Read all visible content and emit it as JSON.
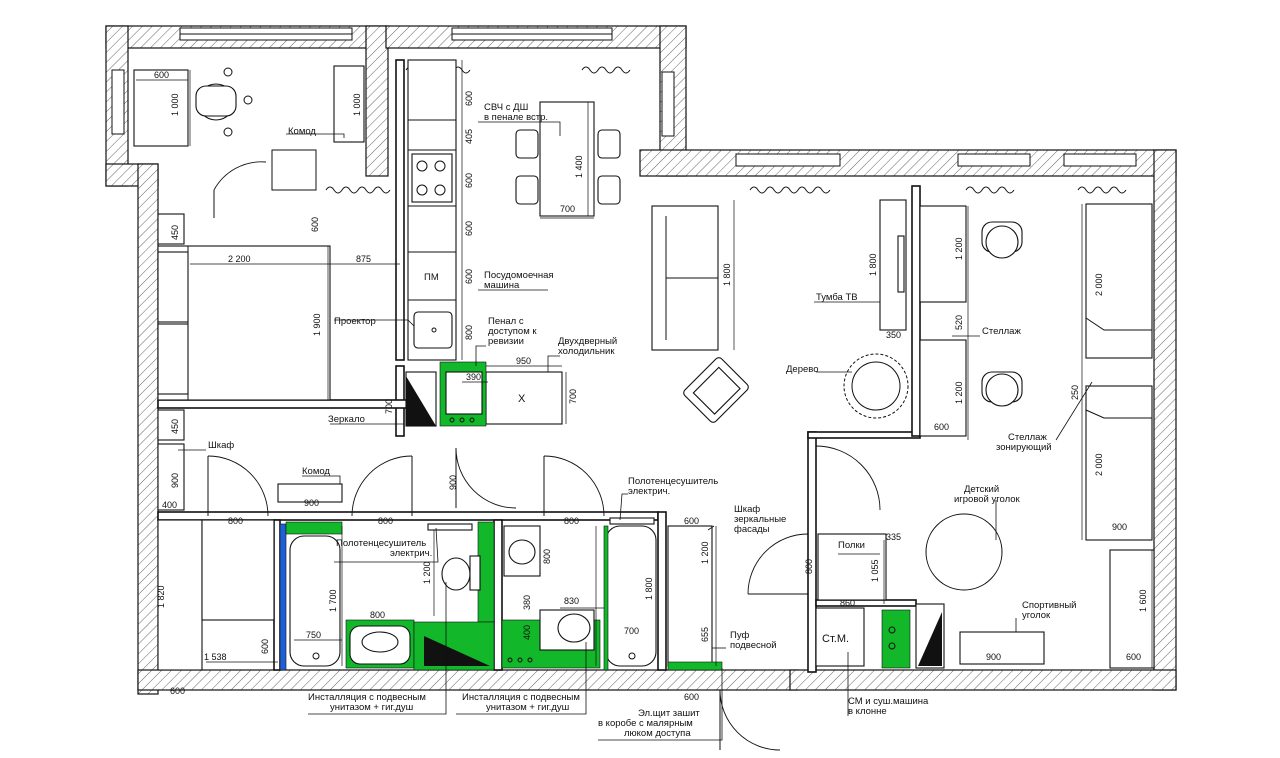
{
  "labels": {
    "komod_top": "Комод",
    "svch": "СВЧ с ДШ",
    "svch2": "в пенале встр.",
    "pm": "ПМ",
    "dishwasher": "Посудомоечная",
    "dishwasher2": "машина",
    "proektor": "Проектор",
    "penal": "Пенал с",
    "penal2": "доступом к",
    "penal3": "ревизии",
    "fridge": "Двухдверный",
    "fridge2": "холодильник",
    "x_mark": "X",
    "zerkalo": "Зеркало",
    "tv": "Тумба ТВ",
    "derevo": "Дерево",
    "stellazh": "Стеллаж",
    "stellazh_z": "Стеллаж",
    "stellazh_z2": "зонирующий",
    "shkaf": "Шкаф",
    "komod_mid": "Комод",
    "poloten1": "Полотенцесушитель",
    "poloten1b": "электрич.",
    "poloten2": "Полотенцесушитель",
    "poloten2b": "электрич.",
    "shkaf_zerk": "Шкаф",
    "shkaf_zerk2": "зеркальные",
    "shkaf_zerk3": "фасады",
    "polki": "Полки",
    "detsky": "Детский",
    "detsky2": "игровой уголок",
    "sport": "Спортивный",
    "sport2": "уголок",
    "st_m": "Ст.М.",
    "puf": "Пуф",
    "puf2": "подвесной",
    "inst1": "Инсталляция с подвесным",
    "inst1b": "унитазом + гиг.душ",
    "inst2": "Инсталляция с подвесным",
    "inst2b": "унитазом + гиг.душ",
    "elshit": "Эл.щит зашит",
    "elshit2": "в коробе с малярным",
    "elshit3": "люком доступа",
    "sm": "СМ и суш.машина",
    "sm2": "в клонне"
  },
  "dims": {
    "d600a": "600",
    "d1000": "1 000",
    "d1000b": "1 000",
    "d600k1": "600",
    "d405": "405",
    "d600k2": "600",
    "d600k3": "600",
    "d600k4": "600",
    "d800k": "800",
    "d1400": "1 400",
    "d700t": "700",
    "d450a": "450",
    "d600b": "600",
    "d2200": "2 200",
    "d875": "875",
    "d1900": "1 900",
    "d950": "950",
    "d390": "390",
    "d700f": "700",
    "d700z": "700",
    "d1800s": "1 800",
    "d1800tv": "1 800",
    "d350": "350",
    "d1200a": "1 200",
    "d520": "520",
    "d1200b": "1 200",
    "d600c": "600",
    "d2000a": "2 000",
    "d250": "250",
    "d2000b": "2 000",
    "d900r": "900",
    "d450b": "450",
    "d900sh": "900",
    "d400": "400",
    "d900km": "900",
    "d900d": "900",
    "d800a": "800",
    "d800b": "800",
    "d800c": "800",
    "d600d": "600",
    "d1820": "1 820",
    "d1700": "1 700",
    "d1200w": "1 200",
    "d800w": "800",
    "d750": "750",
    "d600e": "600",
    "d1538": "1 538",
    "d600f": "600",
    "d800s": "800",
    "d380": "380",
    "d400s": "400",
    "d830": "830",
    "d1800b": "1 800",
    "d700b": "700",
    "d1200z": "1 200",
    "d655": "655",
    "d600g": "600",
    "d800e": "800",
    "d335": "335",
    "d1055": "1 055",
    "d860": "860",
    "d1600": "1 600",
    "d600h": "600",
    "d900s": "900"
  },
  "colors": {
    "fixture_green": "#12b82a",
    "fixture_blue": "#1e5fd8"
  }
}
